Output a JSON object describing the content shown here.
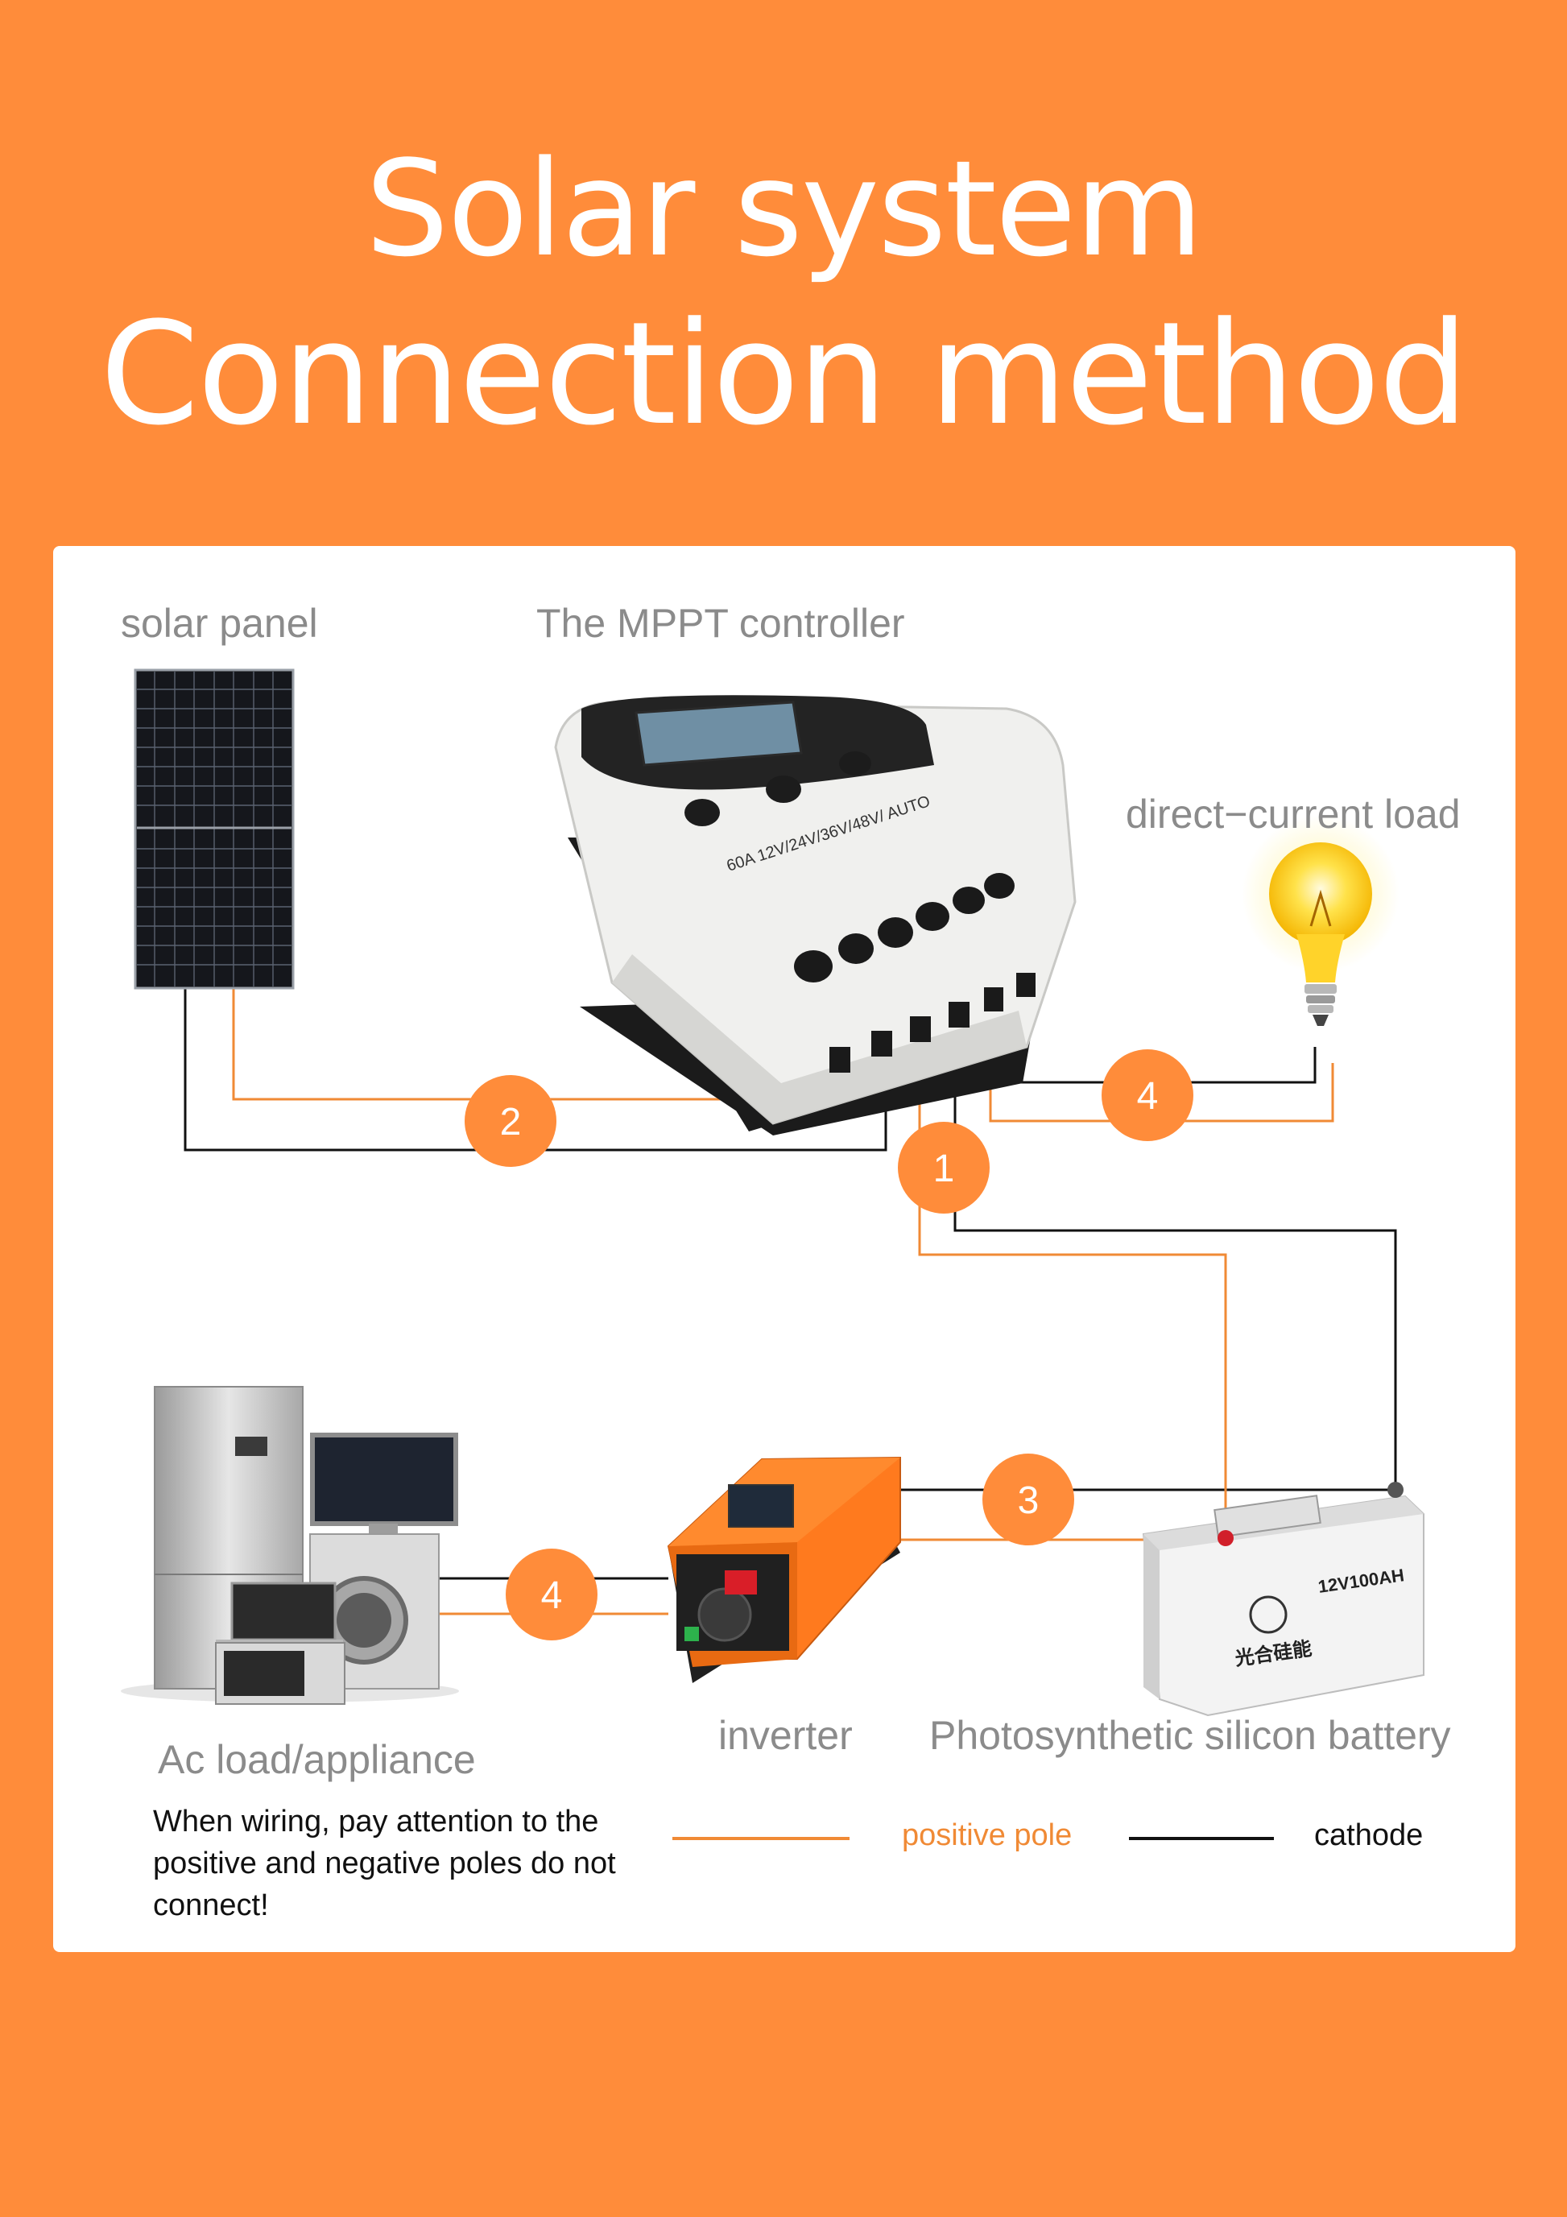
{
  "title": {
    "line1": "Solar system",
    "line2": "Connection method"
  },
  "labels": {
    "solar_panel": "solar panel",
    "controller": "The MPPT controller",
    "dc_load": "direct−current load",
    "ac_load": "Ac load/appliance",
    "inverter": "inverter",
    "battery": "Photosynthetic silicon battery"
  },
  "device_text": {
    "controller_rating": "60A 12V/24V/36V/48V/ AUTO",
    "battery_rating": "12V100AH",
    "battery_brand": "光合硅能"
  },
  "steps": {
    "battery_link": "1",
    "panel_link": "2",
    "inverter_link": "3",
    "dc_load_link": "4",
    "ac_load_link": "4"
  },
  "note": "When wiring, pay attention to the positive and negative poles do not connect!",
  "legend": {
    "positive": "positive pole",
    "negative": "cathode"
  },
  "colors": {
    "background": "#FF8C3A",
    "positive_wire": "#F08A35",
    "negative_wire": "#111111",
    "badge": "#FF8C3A"
  }
}
